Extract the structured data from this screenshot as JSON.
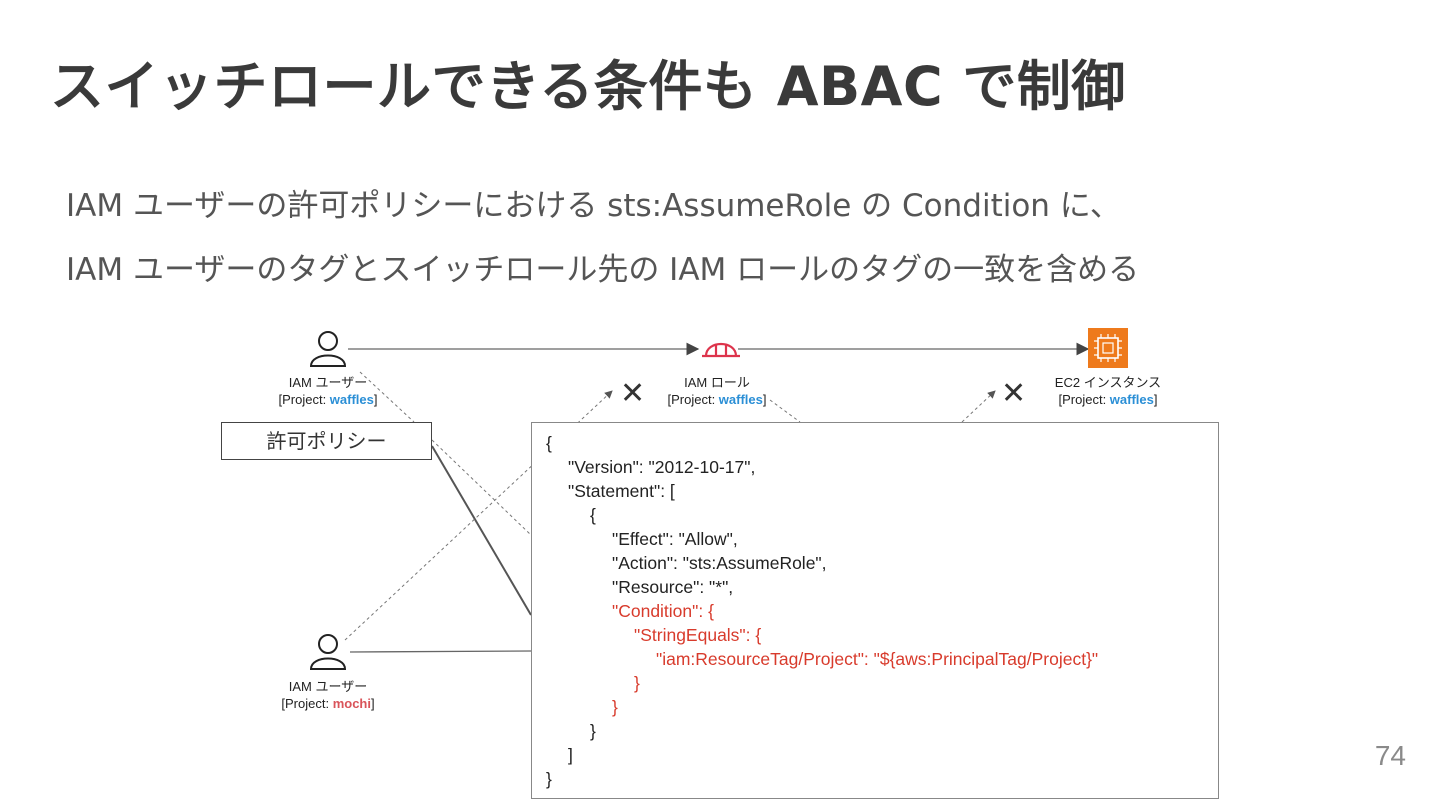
{
  "slide": {
    "title": "スイッチロールできる条件も ABAC で制御",
    "bullets": [
      "IAM ユーザーの許可ポリシーにおける sts:AssumeRole の Condition に、",
      "IAM ユーザーのタグとスイッチロール先の IAM ロールのタグの一致を含める"
    ],
    "page_number": "74"
  },
  "nodes": {
    "user_top": {
      "name": "IAM ユーザー",
      "tag_prefix": "[Project: ",
      "tag_value": "waffles",
      "tag_suffix": "]"
    },
    "role": {
      "name": "IAM ロール",
      "tag_prefix": "[Project: ",
      "tag_value": "waffles",
      "tag_suffix": "]"
    },
    "ec2": {
      "name": "EC2 インスタンス",
      "tag_prefix": "[Project: ",
      "tag_value": "waffles",
      "tag_suffix": "]"
    },
    "user_bottom": {
      "name": "IAM ユーザー",
      "tag_prefix": "[Project: ",
      "tag_value": "mochi",
      "tag_suffix": "]"
    },
    "policy_label": "許可ポリシー",
    "deny_mark": "✕"
  },
  "colors": {
    "tag_blue": "#2b8fd6",
    "tag_red": "#d9545a",
    "condition_red": "#d83b2c",
    "ec2_orange": "#ee7a1c",
    "role_red": "#dd344c"
  },
  "policy_code": [
    {
      "text": "{",
      "indent": 0,
      "red": false
    },
    {
      "text": "\"Version\": \"2012-10-17\",",
      "indent": 1,
      "red": false
    },
    {
      "text": "\"Statement\": [",
      "indent": 1,
      "red": false
    },
    {
      "text": "{",
      "indent": 2,
      "red": false
    },
    {
      "text": "\"Effect\": \"Allow\",",
      "indent": 3,
      "red": false
    },
    {
      "text": "\"Action\": \"sts:AssumeRole\",",
      "indent": 3,
      "red": false
    },
    {
      "text": "\"Resource\": \"*\",",
      "indent": 3,
      "red": false
    },
    {
      "text": "\"Condition\": {",
      "indent": 3,
      "red": true
    },
    {
      "text": "\"StringEquals\": {",
      "indent": 4,
      "red": true
    },
    {
      "text": "\"iam:ResourceTag/Project\": \"${aws:PrincipalTag/Project}\"",
      "indent": 5,
      "red": true
    },
    {
      "text": "}",
      "indent": 4,
      "red": true
    },
    {
      "text": "}",
      "indent": 3,
      "red": true
    },
    {
      "text": "}",
      "indent": 2,
      "red": false
    },
    {
      "text": "]",
      "indent": 1,
      "red": false
    },
    {
      "text": "}",
      "indent": 0,
      "red": false
    }
  ]
}
